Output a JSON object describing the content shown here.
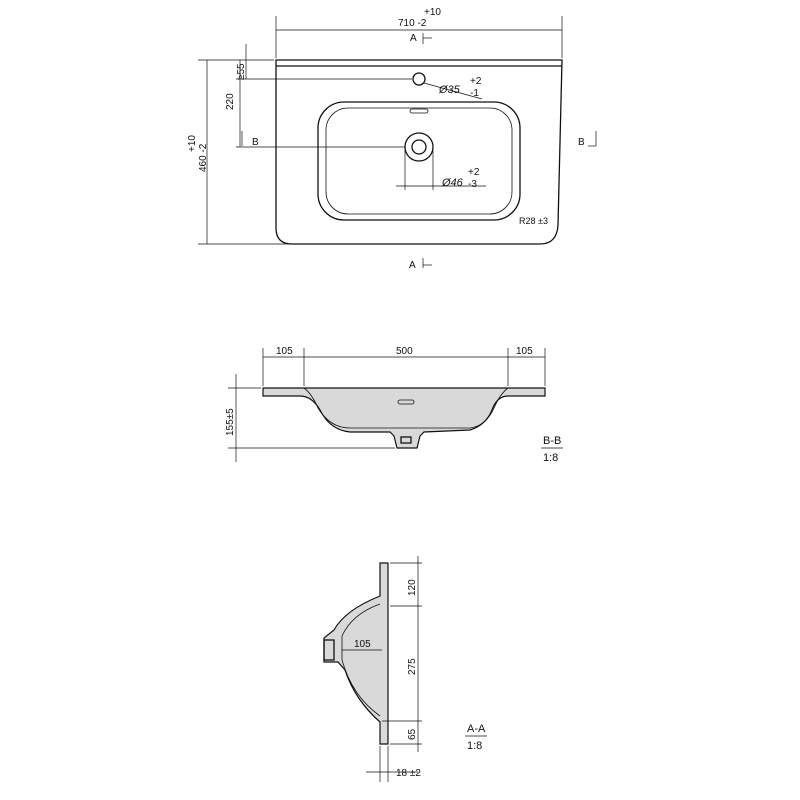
{
  "top_view": {
    "width_tol_plus": "+10",
    "width_main": "710 -2",
    "depth_tol_plus": "+10",
    "depth_main": "460 -2",
    "dim_220": "220",
    "dim_min55": "≥55",
    "tap_hole_dia": "Ø35",
    "tap_hole_tol_plus": "+2",
    "tap_hole_tol_minus": "-1",
    "drain_dia": "Ø46",
    "drain_tol_plus": "+2",
    "drain_tol_minus": "-3",
    "corner_radius": "R28 ±3",
    "section_a_top": "A",
    "section_a_bottom": "A",
    "section_b_left": "B",
    "section_b_right": "B"
  },
  "section_bb": {
    "dim_left": "105",
    "dim_mid": "500",
    "dim_right": "105",
    "height": "155±5",
    "label": "B-B",
    "scale": "1:8"
  },
  "section_aa": {
    "dim_120": "120",
    "dim_275": "275",
    "dim_65": "65",
    "dim_105": "105",
    "thickness": "18 ±2",
    "label": "A-A",
    "scale": "1:8"
  }
}
